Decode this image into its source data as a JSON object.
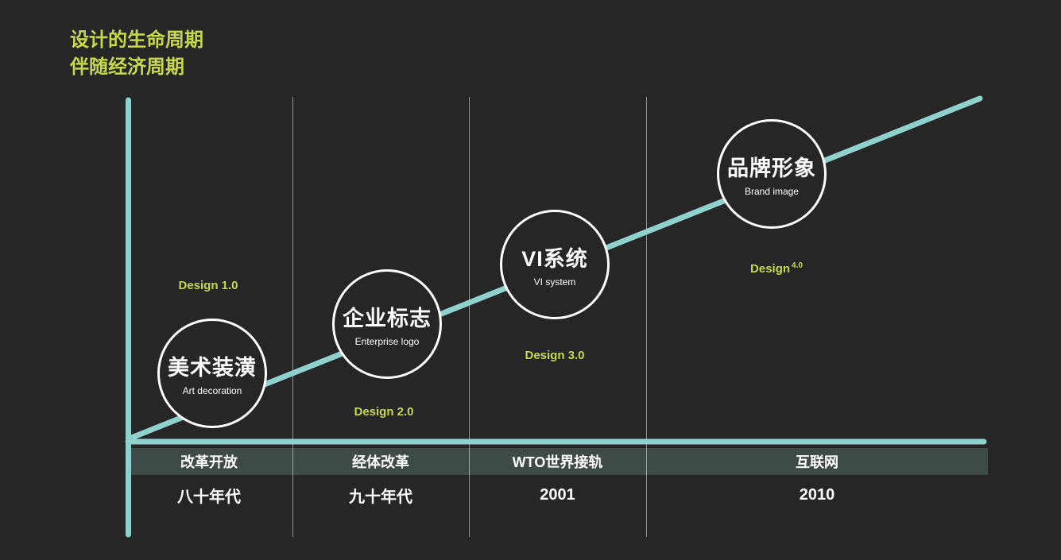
{
  "title": {
    "line1": "设计的生命周期",
    "line2": "伴随经济周期"
  },
  "milestones": [
    {
      "zh": "美术装潢",
      "en": "Art decoration"
    },
    {
      "zh": "企业标志",
      "en": "Enterprise logo"
    },
    {
      "zh": "VI系统",
      "en": "VI system"
    },
    {
      "zh": "品牌形象",
      "en": "Brand image"
    }
  ],
  "design_labels": [
    {
      "text": "Design 1.0"
    },
    {
      "text": "Design 2.0"
    },
    {
      "text": "Design 3.0"
    },
    {
      "prefix": "Design",
      "sup": "4.0"
    }
  ],
  "timeline": {
    "eras": [
      {
        "label": "改革开放",
        "period": "八十年代"
      },
      {
        "label": "经体改革",
        "period": "九十年代"
      },
      {
        "label": "WTO世界接轨",
        "period": "2001"
      },
      {
        "label": "互联网",
        "period": "2010"
      }
    ]
  },
  "colors": {
    "background": "#262626",
    "accent_teal": "#8fd1cc",
    "accent_yellow": "#c8d84a",
    "band": "#3d4a48",
    "circle_border": "#ffffff",
    "text": "#ffffff"
  }
}
